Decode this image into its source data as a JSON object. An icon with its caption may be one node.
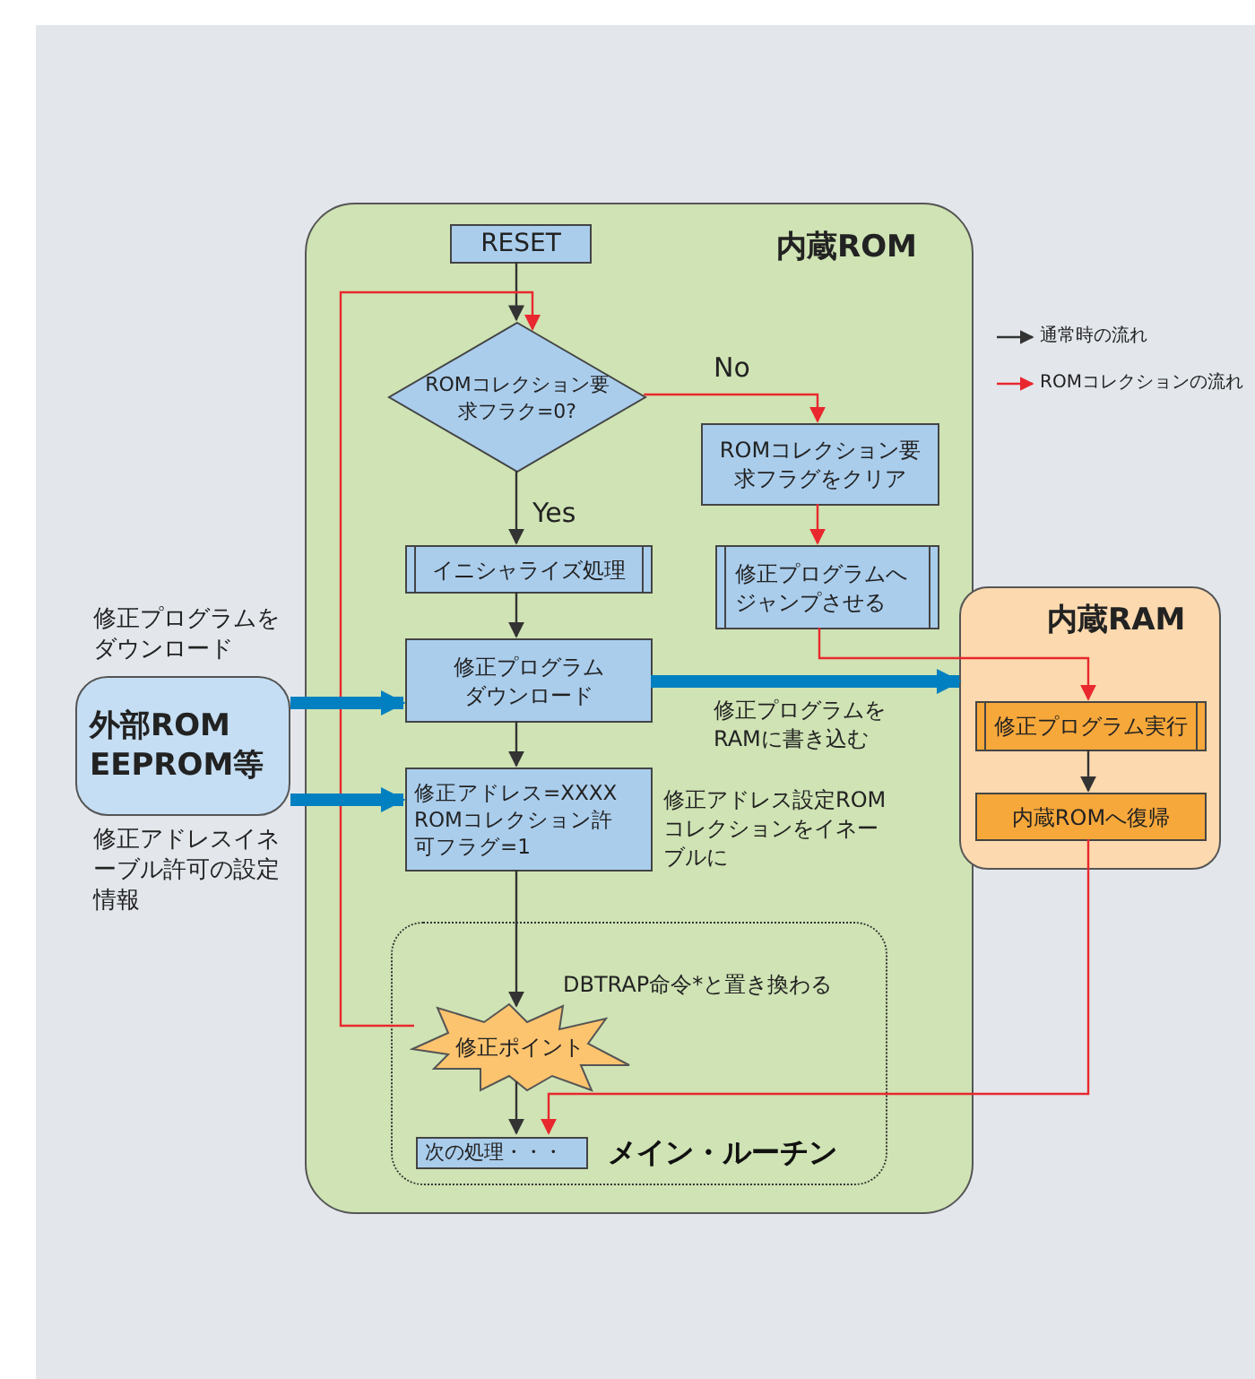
{
  "diagram": {
    "nodes": [
      {
        "text": [
          "内蔵ROM"
        ]
      },
      {
        "text": [
          "RESET"
        ],
        "in": 0
      },
      {
        "text": [
          "ROMコレクション要求フラク=0?"
        ],
        "in": 0
      },
      {
        "text": [
          "ROMコレクション要求フラグをクリア"
        ],
        "in": 0
      },
      {
        "text": [
          "修正プログラムへジャンプさせる"
        ],
        "in": 0
      },
      {
        "text": [
          "イニシャライズ処理"
        ],
        "in": 0
      },
      {
        "text": [
          "修正プログラムダウンロード"
        ],
        "in": 0
      },
      {
        "text": [
          "修正アドレス=XXXX ROMコレクション許可フラグ=1"
        ],
        "in": 0,
        "beside": [
          "修正アドレス設定ROMコレクションをイネーブルに"
        ]
      },
      {
        "text": [
          "メイン・ルーチン"
        ],
        "in": 0
      },
      {
        "text": [
          "修正ポイント"
        ],
        "in": 8,
        "beside": [
          "DBTRAP命令*と置き換わる"
        ]
      },
      {
        "text": [
          "次の処理・・・"
        ],
        "in": 8
      },
      {
        "text": [
          "内蔵RAM"
        ]
      },
      {
        "text": [
          "修正プログラム実行"
        ],
        "in": 11
      },
      {
        "text": [
          "内蔵ROMへ復帰"
        ],
        "in": 11
      },
      {
        "text": [
          "外部ROM EEPROM等"
        ],
        "beside": [
          "修正プログラムをダウンロード",
          "修正アドレスイネーブル許可の設定情報"
        ]
      }
    ],
    "edges": [
      {
        "from": 1,
        "to": 2,
        "arrow": "to"
      },
      {
        "from": 2,
        "to": 3,
        "arrow": "to",
        "label": "No",
        "color": "#e8282e"
      },
      {
        "from": 2,
        "to": 5,
        "arrow": "to",
        "label": "Yes"
      },
      {
        "from": 3,
        "to": 4,
        "arrow": "to",
        "color": "#e8282e"
      },
      {
        "from": 5,
        "to": 6,
        "arrow": "to"
      },
      {
        "from": 6,
        "to": 7,
        "arrow": "to"
      },
      {
        "from": 7,
        "to": 9,
        "arrow": "to"
      },
      {
        "from": 9,
        "to": 10,
        "arrow": "to"
      },
      {
        "from": 9,
        "to": 2,
        "arrow": "to",
        "color": "#e8282e"
      },
      {
        "from": 4,
        "to": 12,
        "arrow": "to",
        "color": "#e8282e"
      },
      {
        "from": 12,
        "to": 13,
        "arrow": "to"
      },
      {
        "from": 13,
        "to": 10,
        "arrow": "to",
        "color": "#e8282e"
      },
      {
        "from": 14,
        "to": 6,
        "arrow": "to",
        "style": "thick",
        "color": "#0080c0"
      },
      {
        "from": 14,
        "to": 7,
        "arrow": "to",
        "style": "thick",
        "color": "#0080c0"
      },
      {
        "from": 6,
        "to": 11,
        "arrow": "to",
        "style": "thick",
        "color": "#0080c0",
        "label": "修正プログラムをRAMに書き込む"
      }
    ],
    "legend": [
      {
        "text": "通常時の流れ"
      },
      {
        "text": "ROMコレクションの流れ"
      }
    ]
  }
}
